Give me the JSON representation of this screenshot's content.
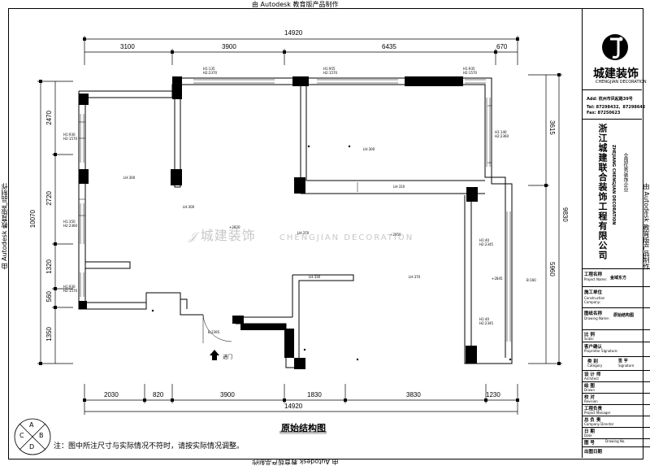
{
  "header": {
    "watermark_top": "由 Autodesk 教育版产品制作",
    "watermark_bottom": "由 Autodesk 教育版产品制作",
    "watermark_left": "由 Autodesk 教育版产品制作",
    "watermark_right": "由 Autodesk 教育版产品制作"
  },
  "plan": {
    "title": "原始结构图",
    "note": "注：图中所注尺寸与实际情况不符时，请按实际情况调整。",
    "entrance": "进门",
    "compass": {
      "a": "A",
      "b": "B",
      "c": "C",
      "d": "D"
    },
    "watermark_cn": "城建装饰",
    "watermark_en": "CHENGJIAN DECORATION"
  },
  "dims": {
    "top_total": "14920",
    "top": [
      "3100",
      "3900",
      "6435",
      "670"
    ],
    "bottom_total": "14920",
    "bottom": [
      "2030",
      "820",
      "3900",
      "1830",
      "3830",
      "1230"
    ],
    "left_total": "10070",
    "left": [
      "2470",
      "2720",
      "1320",
      "560",
      "1350"
    ],
    "right_total": "9830",
    "right": [
      "3615",
      "5960"
    ]
  },
  "annotations": {
    "win1": [
      "H1:135",
      "H2:2370"
    ],
    "win2": [
      "H1:955",
      "H2:1570"
    ],
    "win3": [
      "H1:935",
      "H2:1570"
    ],
    "win4": [
      "H1:930",
      "H2:1570"
    ],
    "win5": [
      "H1:140",
      "H2:2360"
    ],
    "win6": [
      "H1:350",
      "H2:2360"
    ],
    "win7": [
      "H1:930",
      "H2:1570"
    ],
    "lh300a": "LH:300",
    "lh300b": "LH:300",
    "lh300c": "LH:300",
    "lh310": "LH:310",
    "lh370a": "LH:370",
    "lh370b": "LH:370",
    "lh330": "LH:330",
    "h2820": "+2820",
    "h2850": "+2850",
    "h2845": "+2845",
    "b2395": "B:2395",
    "b160": "B:160",
    "h1_40a": [
      "H1:40",
      "H2:2345"
    ],
    "h1_40b": [
      "H1:40",
      "H2:2345"
    ]
  },
  "titleblock": {
    "company_cn_short": "城建装饰",
    "company_en": "CHENGJIAN DECORATION",
    "address": "Add: 杭州市凤起路39号",
    "tel": "Tel: 87298432、87298642",
    "fax": "Fax: 87250623",
    "company_full": "浙江城建联合装饰工程有限公司",
    "company_full_en": "ZHEJIANG CHENGJIAN DECORATION",
    "slogan": "全国优秀装饰企业",
    "rows": [
      {
        "cn": "工程名称",
        "en": "Project Name:",
        "val": "金域东方"
      },
      {
        "cn": "施工单位",
        "en": "Construction Company:",
        "val": ""
      },
      {
        "cn": "图纸名称",
        "en": "Drawing Name:",
        "val": "原始结构图"
      },
      {
        "cn": "比  例",
        "en": "Scale:",
        "val": ""
      },
      {
        "cn": "客户确认",
        "en": "Proprietor Signature:",
        "val": ""
      },
      {
        "cn": "类    别",
        "en": "Category",
        "val": "签  字",
        "val_en": "Signature"
      },
      {
        "cn": "设 计 师",
        "en": "Architect",
        "val": ""
      },
      {
        "cn": "绘    图",
        "en": "Drawn",
        "val": ""
      },
      {
        "cn": "校    对",
        "en": "Revision",
        "val": ""
      },
      {
        "cn": "工程负责",
        "en": "Project Manager",
        "val": ""
      },
      {
        "cn": "总 负 责",
        "en": "Company Director",
        "val": ""
      },
      {
        "cn": "日    期",
        "en": "Date",
        "val": ""
      },
      {
        "cn": "图 号",
        "en": "Drawing No.",
        "val": ""
      },
      {
        "cn": "出图日期",
        "en": "",
        "val": ""
      }
    ]
  }
}
